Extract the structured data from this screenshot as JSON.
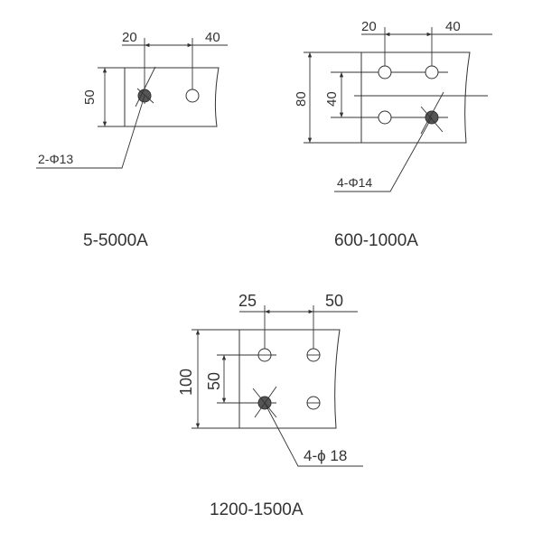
{
  "diagrams": [
    {
      "caption": "5-5000A",
      "dim_top_left": "20",
      "dim_top_right": "40",
      "dim_side": "50",
      "hole_label": "2-Φ13"
    },
    {
      "caption": "600-1000A",
      "dim_top_left": "20",
      "dim_top_right": "40",
      "dim_side_outer": "80",
      "dim_side_inner": "40",
      "hole_label": "4-Φ14"
    },
    {
      "caption": "1200-1500A",
      "dim_top_left": "25",
      "dim_top_right": "50",
      "dim_side_outer": "100",
      "dim_side_inner": "50",
      "hole_label": "4-ϕ 18"
    }
  ]
}
